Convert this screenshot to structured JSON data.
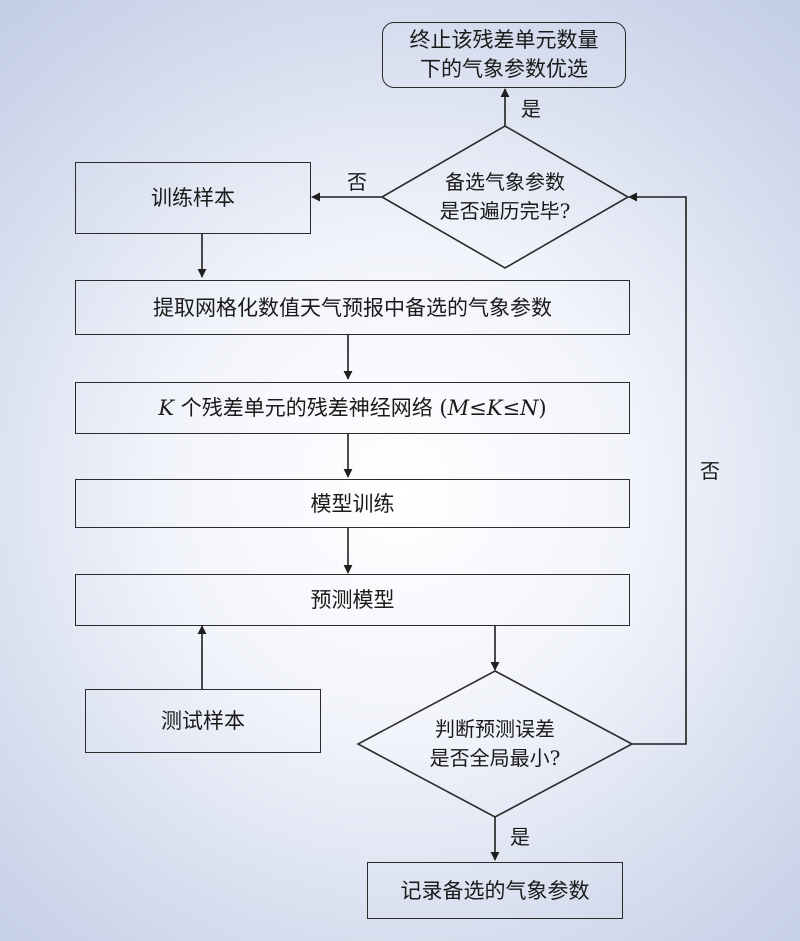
{
  "nodes": {
    "terminate": {
      "line1": "终止该残差单元数量",
      "line2": "下的气象参数优选"
    },
    "decision_all": {
      "line1": "备选气象参数",
      "line2": "是否遍历完毕?"
    },
    "train_samples": "训练样本",
    "extract": "提取网格化数值天气预报中备选的气象参数",
    "network": {
      "k": "K",
      "text": " 个残差单元的残差神经网络 (",
      "m": "M",
      "le1": "≤",
      "k2": "K",
      "le2": "≤",
      "n": "N",
      "close": ")"
    },
    "model_training": "模型训练",
    "predict_model": "预测模型",
    "test_samples": "测试样本",
    "decision_error": {
      "line1": "判断预测误差",
      "line2": "是否全局最小?"
    },
    "record": "记录备选的气象参数"
  },
  "edge_labels": {
    "yes_top": "是",
    "no_left": "否",
    "no_right": "否",
    "yes_bottom": "是"
  }
}
